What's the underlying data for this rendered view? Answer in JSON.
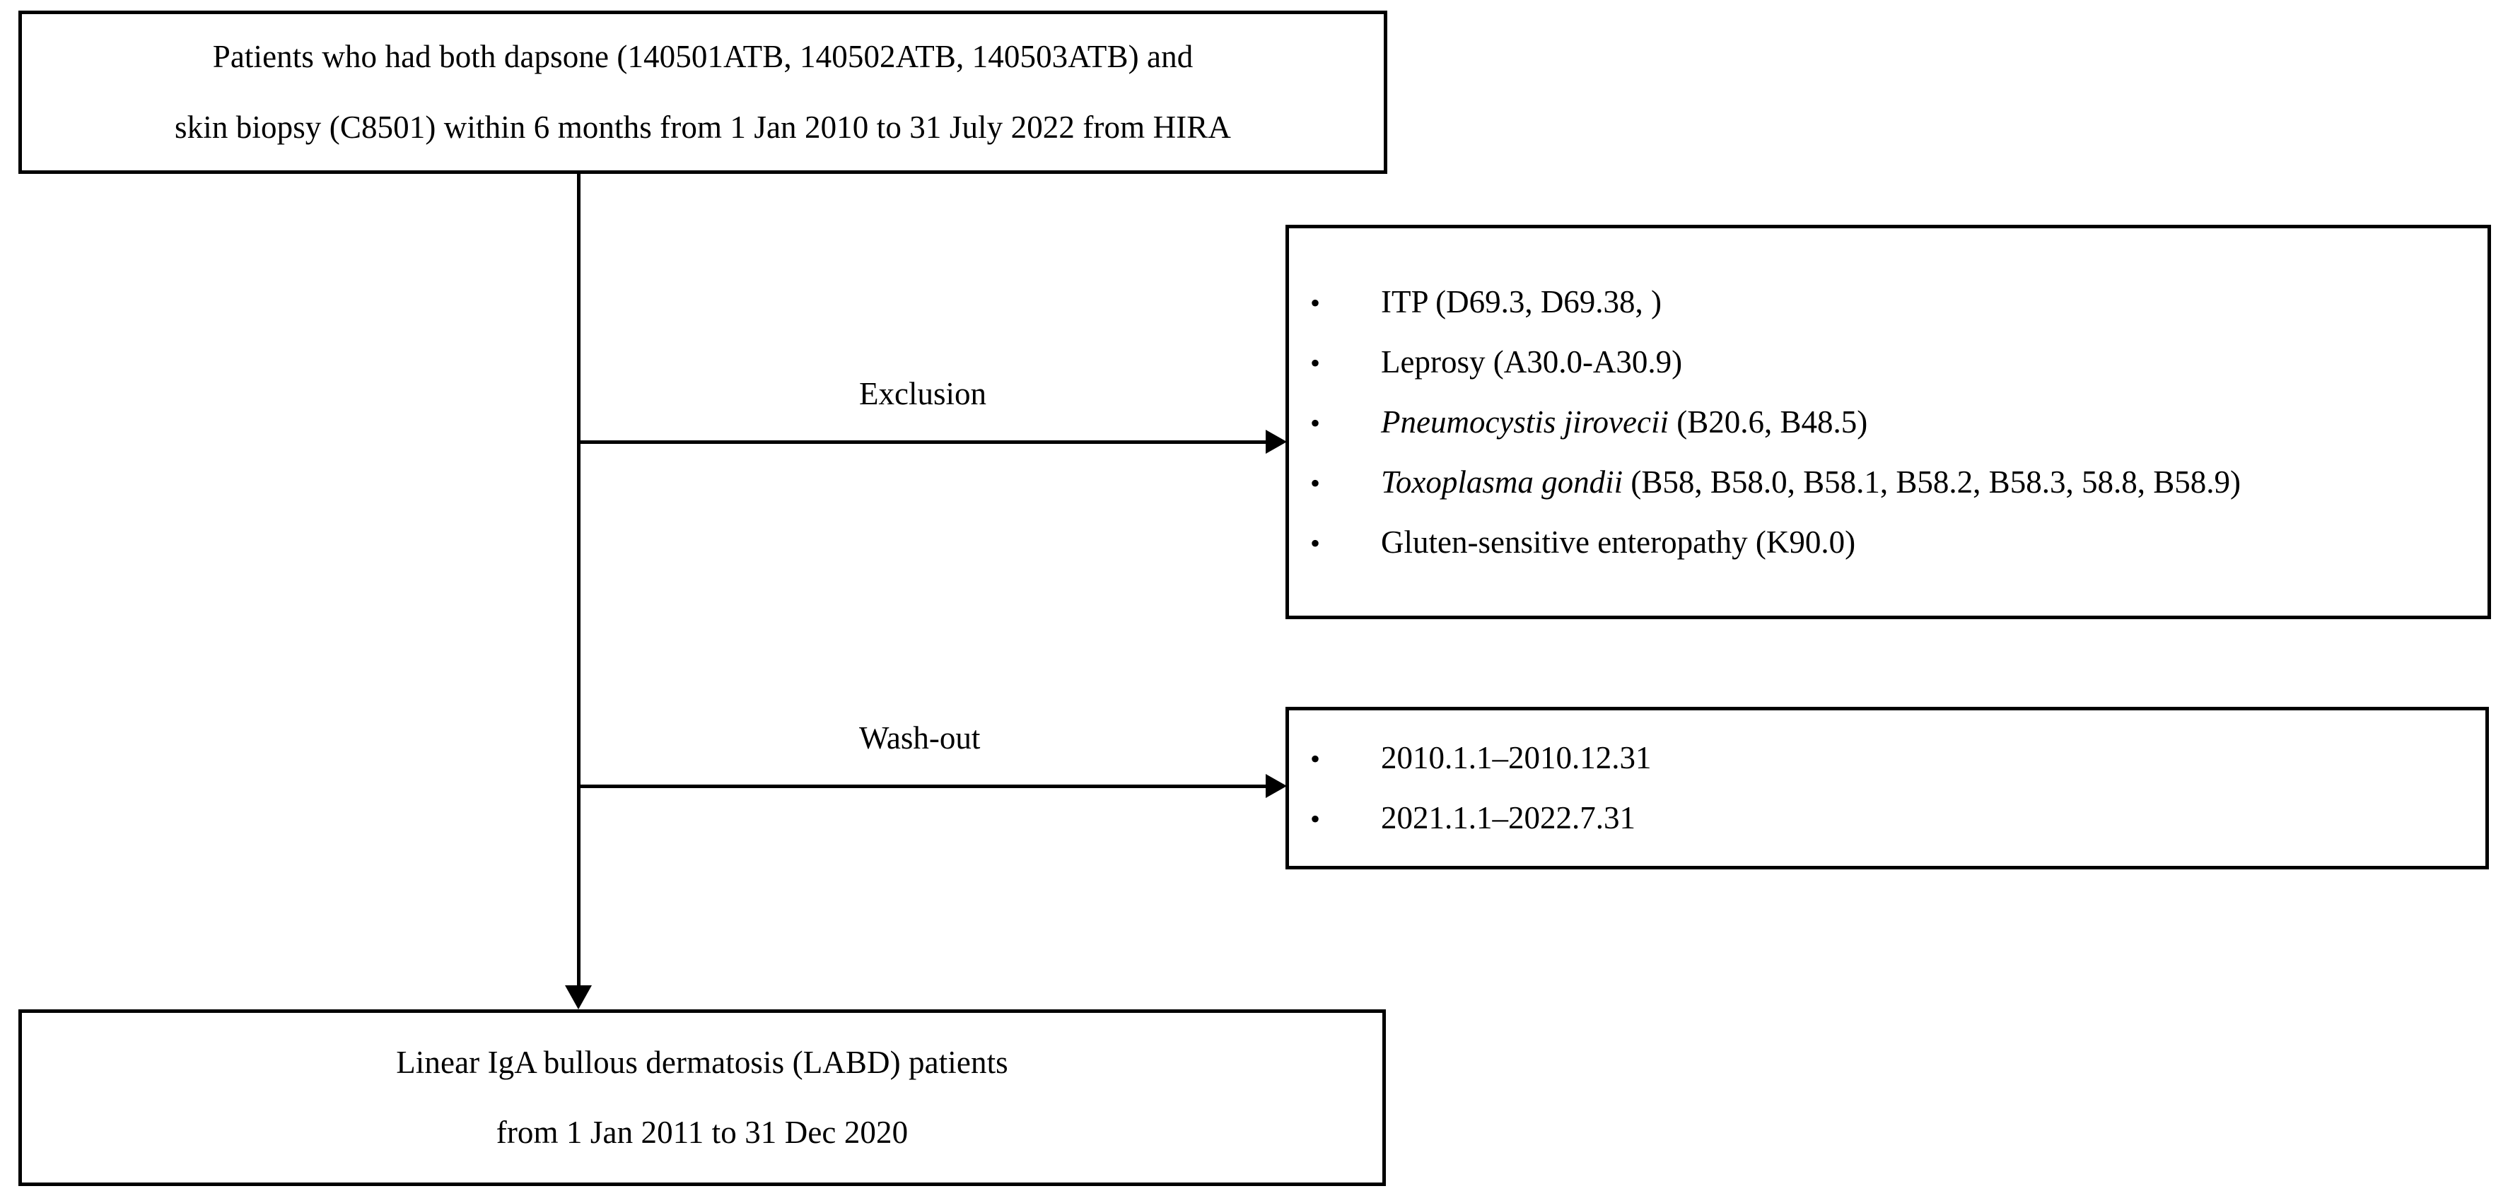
{
  "diagram": {
    "title": "Study population selection flowchart",
    "line_color": "#000000",
    "background": "#ffffff",
    "nodes": {
      "source_population": {
        "lines": [
          "Patients who had both dapsone (140501ATB, 140502ATB, 140503ATB) and",
          "skin biopsy (C8501) within 6 months from 1 Jan 2010 to 31 July 2022 from HIRA"
        ]
      },
      "exclusion_criteria": {
        "bullet": "•",
        "items": [
          {
            "pre": "",
            "sci": "",
            "post": "ITP (D69.3, D69.38, )"
          },
          {
            "pre": "",
            "sci": "",
            "post": "Leprosy (A30.0-A30.9)"
          },
          {
            "pre": "",
            "sci": "Pneumocystis jirovecii",
            "post": " (B20.6, B48.5)"
          },
          {
            "pre": "",
            "sci": "Toxoplasma gondii",
            "post": " (B58, B58.0, B58.1, B58.2, B58.3, 58.8, B58.9)"
          },
          {
            "pre": "",
            "sci": "",
            "post": "Gluten-sensitive enteropathy (K90.0)"
          }
        ]
      },
      "washout_periods": {
        "bullet": "•",
        "items": [
          {
            "pre": "",
            "sci": "",
            "post": "2010.1.1–2010.12.31"
          },
          {
            "pre": "",
            "sci": "",
            "post": "2021.1.1–2022.7.31"
          }
        ]
      },
      "final_cohort": {
        "lines": [
          "Linear IgA bullous dermatosis (LABD) patients",
          "from 1 Jan 2011 to 31 Dec 2020"
        ]
      }
    },
    "edges": {
      "exclusion_label": "Exclusion",
      "washout_label": "Wash-out"
    }
  }
}
